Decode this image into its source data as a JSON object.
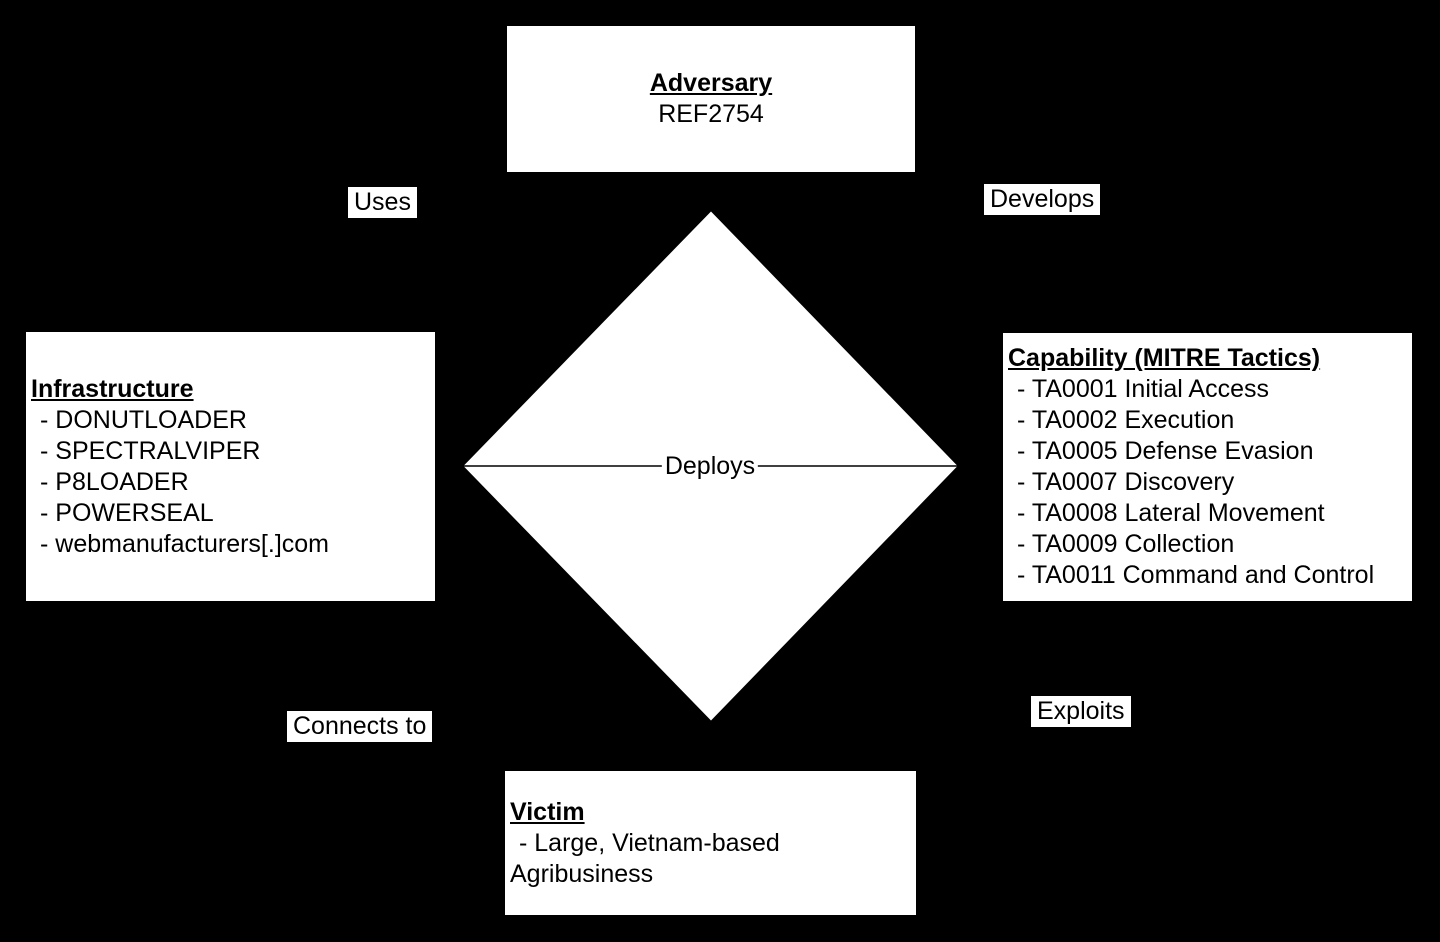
{
  "colors": {
    "background": "#000000",
    "node_fill": "#ffffff",
    "node_border": "#000000",
    "text": "#000000"
  },
  "nodes": {
    "adversary": {
      "title": "Adversary",
      "subtitle": "REF2754"
    },
    "infrastructure": {
      "title": "Infrastructure",
      "items": [
        "- DONUTLOADER",
        "- SPECTRALVIPER",
        "- P8LOADER",
        "- POWERSEAL",
        "- webmanufacturers[.]com"
      ]
    },
    "capability": {
      "title": "Capability (MITRE Tactics)",
      "items": [
        "- TA0001 Initial Access",
        "- TA0002 Execution",
        "- TA0005 Defense Evasion",
        "- TA0007 Discovery",
        "- TA0008 Lateral Movement",
        "- TA0009 Collection",
        "- TA0011 Command and Control"
      ]
    },
    "victim": {
      "title": "Victim",
      "items": [
        "- Large, Vietnam-based Agribusiness"
      ]
    }
  },
  "edge_labels": {
    "uses": "Uses",
    "develops": "Develops",
    "deploys": "Deploys",
    "connects_to": "Connects to",
    "exploits": "Exploits"
  }
}
